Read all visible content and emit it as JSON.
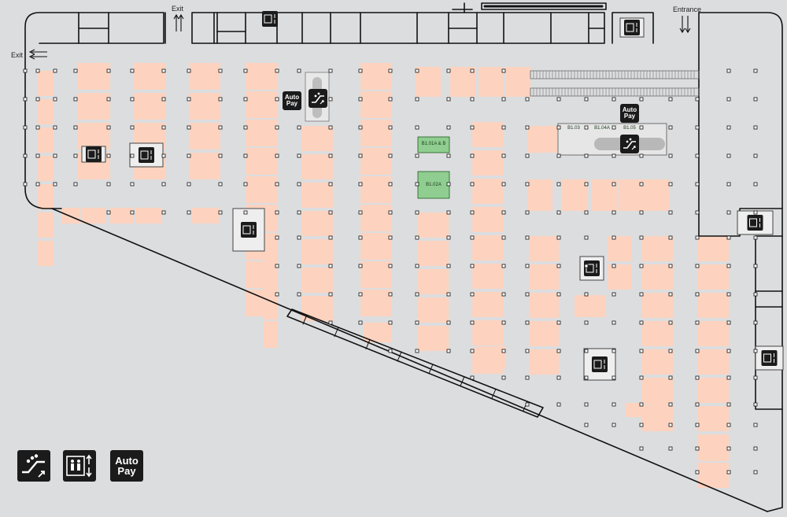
{
  "floor_map": {
    "labels": {
      "exit_top": "Exit",
      "exit_left": "Exit",
      "entrance": "Entrance",
      "shop_b1_01": "B1.01A & B",
      "shop_b1_02": "B1.02A",
      "shop_b1_03": "B1.03",
      "shop_b1_04": "B1.04A",
      "shop_b1_05": "B1.05"
    },
    "auto_pay_1": [
      "Auto",
      "Pay"
    ],
    "auto_pay_2": [
      "Auto",
      "Pay"
    ],
    "legend": {
      "escalator": "escalator-icon",
      "lift": "lift-icon",
      "auto_pay": [
        "Auto",
        "Pay"
      ]
    },
    "colors": {
      "background": "#dcdddf",
      "parking_bay": "#fdd3bf",
      "shop": "#8fce90",
      "wall": "#111111",
      "icon_badge": "#1b1b1b"
    }
  }
}
